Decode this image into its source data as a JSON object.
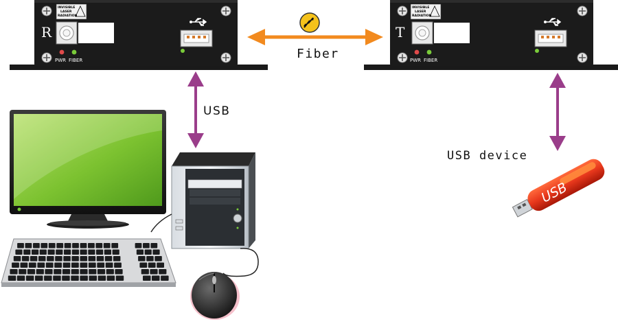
{
  "labels": {
    "fiber": "Fiber",
    "usb": "USB",
    "usb_device": "USB device"
  },
  "receiver": {
    "letter": "R",
    "pwr_label": "PWR",
    "fiber_label": "FIBER",
    "warning_lines": [
      "INVISIBLE",
      "LASER",
      "RADIATION"
    ]
  },
  "transmitter": {
    "letter": "T",
    "pwr_label": "PWR",
    "fiber_label": "FIBER",
    "warning_lines": [
      "INVISIBLE",
      "LASER",
      "RADIATION"
    ]
  },
  "usb_stick": {
    "label": "USB"
  },
  "colors": {
    "fiber_arrow": "#f28a1e",
    "usb_arrow": "#9a3d8a",
    "device_body": "#1a1a1a",
    "monitor_screen": "#7ac231",
    "usb_stick": "#e8381c"
  }
}
